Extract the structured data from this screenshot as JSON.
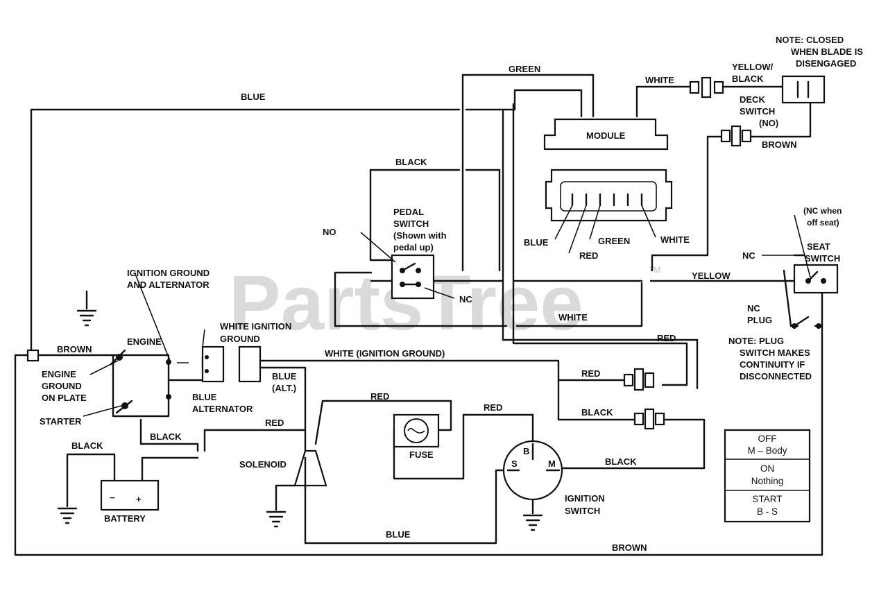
{
  "watermark": {
    "text": "PartsTree",
    "mark": "TM"
  },
  "notes": {
    "blade": [
      "NOTE:  CLOSED",
      "WHEN BLADE IS",
      "DISENGAGED"
    ],
    "plug": [
      "NOTE:  PLUG",
      "SWITCH MAKES",
      "CONTINUITY IF",
      "DISCONNECTED"
    ],
    "seat": [
      "(NC when",
      "off seat)"
    ]
  },
  "components": {
    "module": "MODULE",
    "deck_switch": [
      "DECK",
      "SWITCH",
      "(NO)"
    ],
    "pedal_switch": [
      "PEDAL",
      "SWITCH",
      "(Shown with",
      "pedal up)"
    ],
    "seat_switch": [
      "SEAT",
      "SWITCH"
    ],
    "nc_plug": [
      "NC",
      "PLUG"
    ],
    "engine": "ENGINE",
    "engine_ground": [
      "ENGINE",
      "GROUND",
      "ON PLATE"
    ],
    "starter": "STARTER",
    "ignition_ground_alt": [
      "IGNITION GROUND",
      "AND ALTERNATOR"
    ],
    "white_ignition_ground": [
      "WHITE IGNITION",
      "GROUND"
    ],
    "blue_alternator": [
      "BLUE",
      "ALTERNATOR"
    ],
    "blue_alt": [
      "BLUE",
      "(ALT.)"
    ],
    "battery": "BATTERY",
    "battery_minus": "−",
    "battery_plus": "+",
    "solenoid": "SOLENOID",
    "fuse": "FUSE",
    "ignition_switch": [
      "IGNITION",
      "SWITCH"
    ],
    "ign_terminals": {
      "b": "B",
      "s": "S",
      "m": "M"
    },
    "pedal_no": "NO",
    "pedal_nc": "NC",
    "seat_nc": "NC"
  },
  "wires": {
    "green_top": "GREEN",
    "blue_top": "BLUE",
    "white_top": "WHITE",
    "yellow_black": [
      "YELLOW/",
      "BLACK"
    ],
    "brown_deck": "BROWN",
    "black_pedal": "BLACK",
    "blue_conn": "BLUE",
    "green_conn": "GREEN",
    "red_conn": "RED",
    "white_conn": "WHITE",
    "yellow": "YELLOW",
    "white_mid": "WHITE",
    "red_right": "RED",
    "brown_left": "BROWN",
    "white_ign_ground": "WHITE (IGNITION GROUND)",
    "red_mid": "RED",
    "black_right": "BLACK",
    "black_engine": "BLACK",
    "black_battery": "BLACK",
    "red_solenoid": "RED",
    "red_fuse": "RED",
    "red_ign": "RED",
    "black_ign_m": "BLACK",
    "blue_bottom": "BLUE",
    "brown_bottom": "BROWN"
  },
  "ignition_states": [
    {
      "pos": "OFF",
      "desc": "M – Body"
    },
    {
      "pos": "ON",
      "desc": "Nothing"
    },
    {
      "pos": "START",
      "desc": "B - S"
    }
  ]
}
